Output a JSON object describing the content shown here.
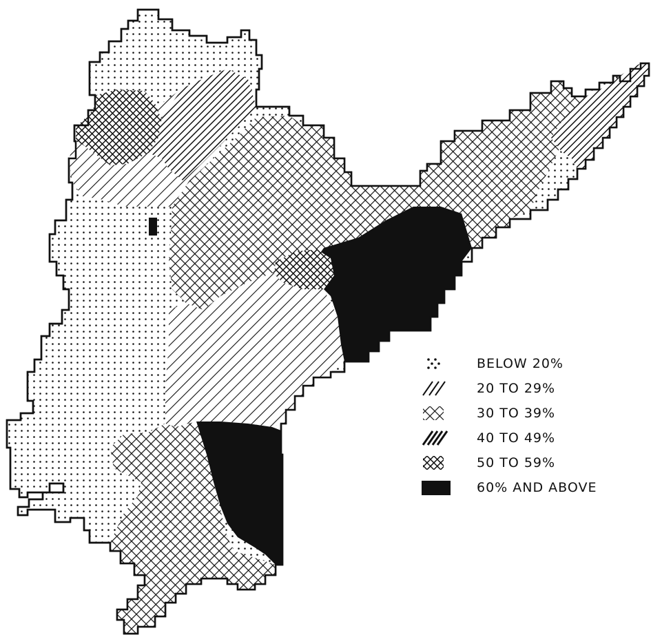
{
  "legend": {
    "items": [
      {
        "label": "BELOW 20%",
        "pattern": "dots"
      },
      {
        "label": "20 TO 29%",
        "pattern": "light-hatch"
      },
      {
        "label": "30 TO 39%",
        "pattern": "crosshatch"
      },
      {
        "label": "40 TO 49%",
        "pattern": "dense-hatch"
      },
      {
        "label": "50 TO 59%",
        "pattern": "dense-crosshatch"
      },
      {
        "label": "60% AND ABOVE",
        "pattern": "solid"
      }
    ]
  },
  "colors": {
    "ink": "#111111",
    "background": "#ffffff"
  }
}
